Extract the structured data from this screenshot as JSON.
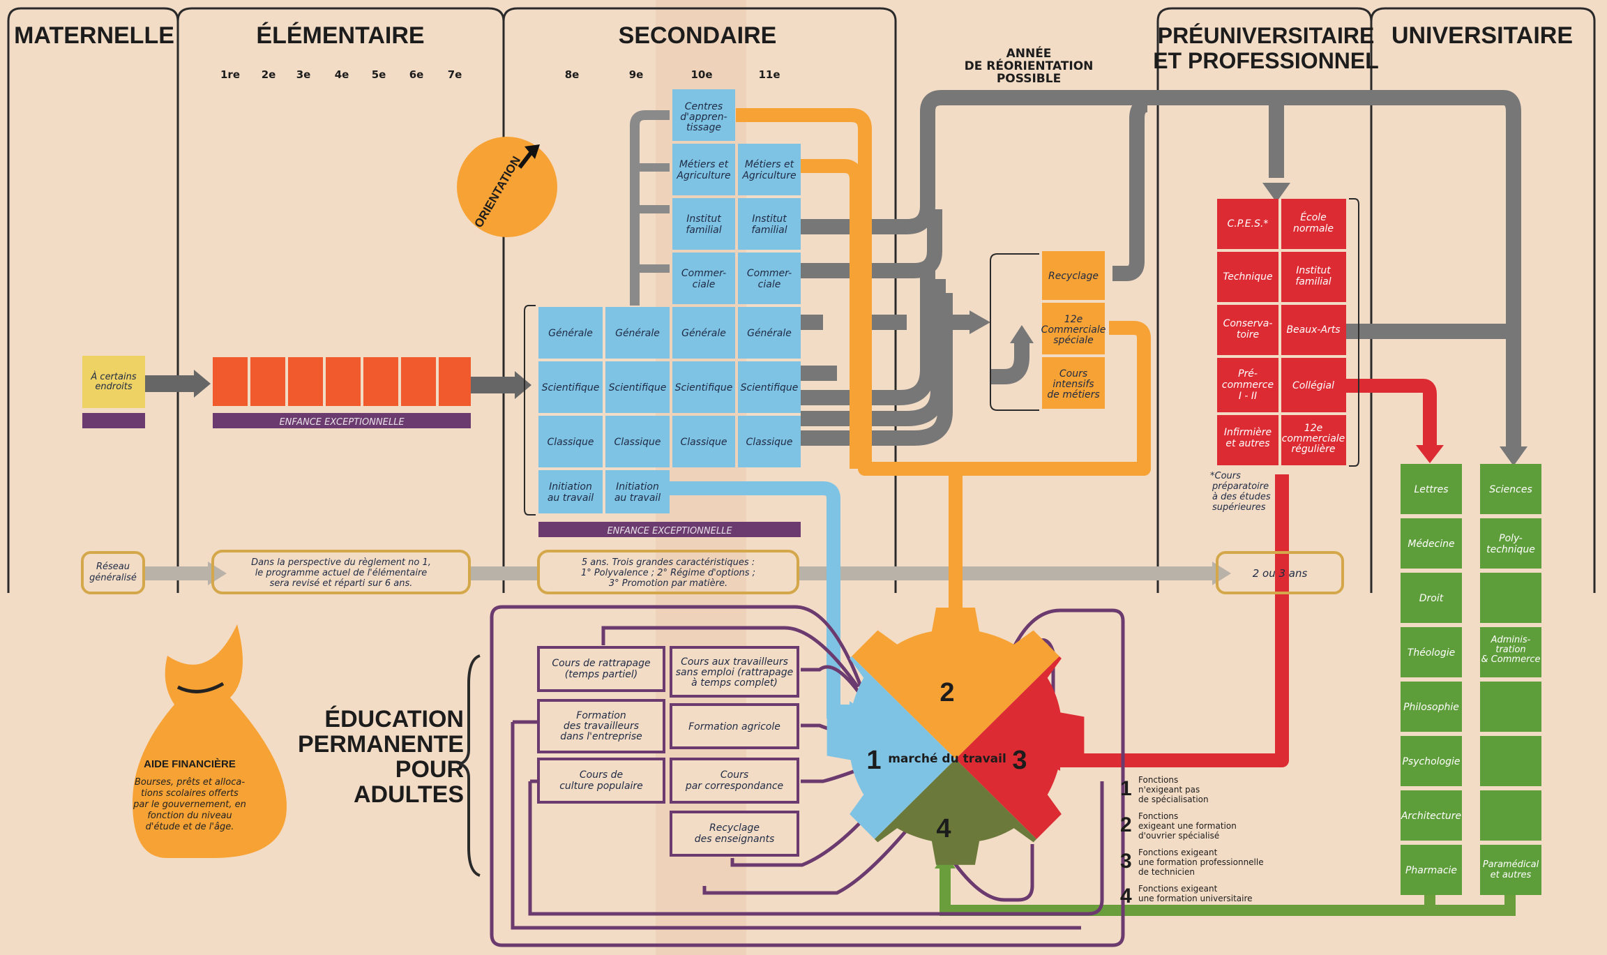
{
  "headers": {
    "maternelle": "MATERNELLE",
    "elementaire": "ÉLÉMENTAIRE",
    "secondaire": "SECONDAIRE",
    "preuniv_line1": "PRÉUNIVERSITAIRE",
    "preuniv_line2": "ET PROFESSIONNEL",
    "universitaire": "UNIVERSITAIRE"
  },
  "grades": [
    "1re",
    "2e",
    "3e",
    "4e",
    "5e",
    "6e",
    "7e",
    "8e",
    "9e",
    "10e",
    "11e"
  ],
  "reorientation": [
    "ANNÉE",
    "DE RÉORIENTATION",
    "POSSIBLE"
  ],
  "orientation_label": "ORIENTATION",
  "maternelle": {
    "certains": [
      "À certains",
      "endroits"
    ],
    "reseau": [
      "Réseau",
      "généralisé"
    ]
  },
  "elementaire": {
    "enfance_label": "ENFANCE EXCEPTIONNELLE",
    "note": [
      "Dans la perspective du règlement no 1,",
      "le programme actuel de l'élémentaire",
      "sera revisé et réparti sur 6 ans."
    ]
  },
  "secondaire": {
    "centres": [
      "Centres",
      "d'appren-",
      "tissage"
    ],
    "metiers": [
      "Métiers et",
      "Agriculture"
    ],
    "institut": [
      "Institut",
      "familial"
    ],
    "commerciale": [
      "Commer-",
      "ciale"
    ],
    "generale": "Générale",
    "scientifique": "Scientifique",
    "classique": "Classique",
    "initiation": [
      "Initiation",
      "au travail"
    ],
    "enfance_label": "ENFANCE EXCEPTIONNELLE",
    "note": [
      "5 ans. Trois grandes caractéristiques :",
      "1° Polyvalence ;  2° Régime d'options ;",
      "3° Promotion par matière."
    ]
  },
  "reorientation_boxes": {
    "recyclage": "Recyclage",
    "commerciale12": [
      "12e",
      "Commerciale",
      "spéciale"
    ],
    "cours_intensifs": [
      "Cours",
      "intensifs",
      "de métiers"
    ]
  },
  "preuniversitaire": {
    "cells": [
      [
        "C.P.E.S.*"
      ],
      [
        "École",
        "normale"
      ],
      [
        "Technique"
      ],
      [
        "Institut",
        "familial"
      ],
      [
        "Conserva-",
        "toire"
      ],
      [
        "Beaux-Arts"
      ],
      [
        "Pré-",
        "commerce",
        "I - II"
      ],
      [
        "Collégial"
      ],
      [
        "Infirmière",
        "et autres"
      ],
      [
        "12e",
        "commerciale",
        "régulière"
      ]
    ],
    "footnote": [
      "*Cours",
      "préparatoire",
      "à des études",
      "supérieures"
    ],
    "duration": "2 ou 3 ans"
  },
  "universitaire": {
    "col1": [
      "Lettres",
      "Médecine",
      "Droit",
      "Théologie",
      "Philosophie",
      "Psychologie",
      "Architecture",
      "Pharmacie"
    ],
    "col2": [
      [
        "Sciences"
      ],
      [
        "Poly-",
        "technique"
      ],
      [],
      [
        "Adminis-",
        "tration",
        "& Commerce"
      ],
      [],
      [],
      [],
      [
        "Paramédical",
        "et autres"
      ]
    ]
  },
  "aide": {
    "title": "AIDE FINANCIÈRE",
    "text": [
      "Bourses, prêts et alloca-",
      "tions scolaires offerts",
      "par le gouvernement, en",
      "fonction du niveau",
      "d'étude et de l'âge."
    ]
  },
  "education_permanente": [
    "ÉDUCATION",
    "PERMANENTE",
    "POUR",
    "ADULTES"
  ],
  "adult_courses": [
    [
      "Cours de rattrapage",
      "(temps partiel)"
    ],
    [
      "Cours aux travailleurs",
      "sans emploi (rattrapage",
      "à temps complet)"
    ],
    [
      "Formation",
      "des travailleurs",
      "dans l'entreprise"
    ],
    [
      "Formation agricole"
    ],
    [
      "Cours de",
      "culture populaire"
    ],
    [
      "Cours",
      "par correspondance"
    ],
    [
      "Recyclage",
      "des enseignants"
    ]
  ],
  "gear": {
    "center": "marché du travail",
    "numbers": [
      "1",
      "2",
      "3",
      "4"
    ]
  },
  "legend": [
    {
      "num": "1",
      "lines": [
        "Fonctions",
        "n'exigeant pas",
        "de spécialisation"
      ]
    },
    {
      "num": "2",
      "lines": [
        "Fonctions",
        "exigeant une formation",
        "d'ouvrier spécialisé"
      ]
    },
    {
      "num": "3",
      "lines": [
        "Fonctions exigeant",
        "une formation professionnelle",
        "de technicien"
      ]
    },
    {
      "num": "4",
      "lines": [
        "Fonctions exigeant",
        "une formation universitaire"
      ]
    }
  ],
  "colors": {
    "background": "#f3dcc6",
    "blue": "#7fc3e4",
    "orange": "#f7a234",
    "red": "#dc2b33",
    "green": "#5e9e3a",
    "purple": "#6b3a6e",
    "gray": "#777777",
    "yellow": "#efd264"
  }
}
